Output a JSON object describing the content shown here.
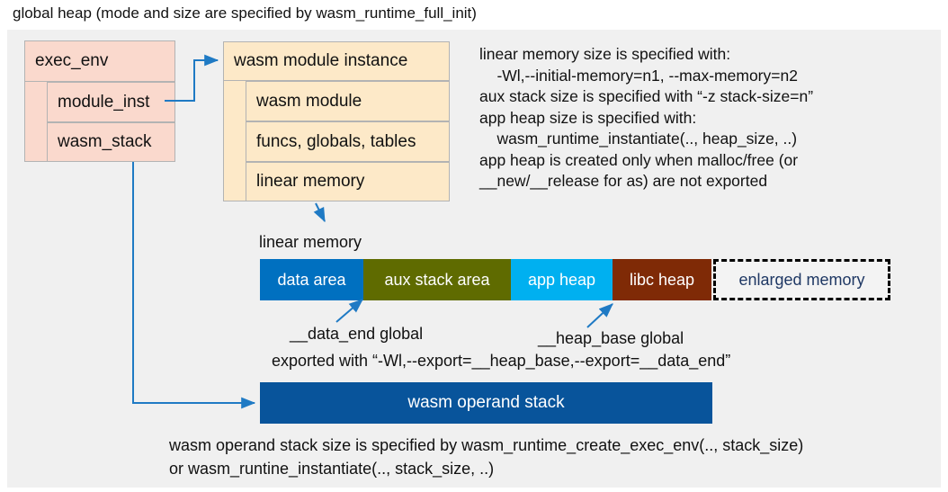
{
  "title": "global heap (mode and size are specified by wasm_runtime_full_init)",
  "exec_env": {
    "header": "exec_env",
    "fields": [
      {
        "label": "module_inst"
      },
      {
        "label": "wasm_stack"
      }
    ]
  },
  "module_instance": {
    "header": "wasm module instance",
    "rows": [
      {
        "label": "wasm module"
      },
      {
        "label": "funcs, globals, tables"
      },
      {
        "label": "linear memory"
      }
    ]
  },
  "notes": {
    "right_block": "linear memory size is specified with:\n    -Wl,--initial-memory=n1, --max-memory=n2\naux stack size is specified with “-z stack-size=n”\napp heap size is specified with:\n    wasm_runtime_instantiate(.., heap_size, ..)\napp heap is created only when malloc/free (or\n__new/__release for as) are not exported",
    "data_end_global": "__data_end global",
    "heap_base_global": "__heap_base global",
    "exported_with": "exported with “-Wl,--export=__heap_base,--export=__data_end”",
    "bottom_block": "wasm operand stack size is specified by wasm_runtime_create_exec_env(.., stack_size)\nor wasm_runtine_instantiate(.., stack_size, ..)"
  },
  "linear_memory": {
    "caption": "linear memory",
    "segments": [
      {
        "label": "data area",
        "color": "#0070c0"
      },
      {
        "label": "aux stack area",
        "color": "#5f6b00"
      },
      {
        "label": "app heap",
        "color": "#00b0f0"
      },
      {
        "label": "libc heap",
        "color": "#7f2a06"
      },
      {
        "label": "enlarged memory",
        "color": "#f3f3f3"
      }
    ]
  },
  "operand_stack": {
    "label": "wasm operand stack",
    "color": "#08549b"
  },
  "colors": {
    "panel_bg": "#f0f0f0",
    "pink": "#fad9cd",
    "tan": "#fde9c8",
    "arrow": "#1f7ac4",
    "border": "#b3b3b3"
  }
}
